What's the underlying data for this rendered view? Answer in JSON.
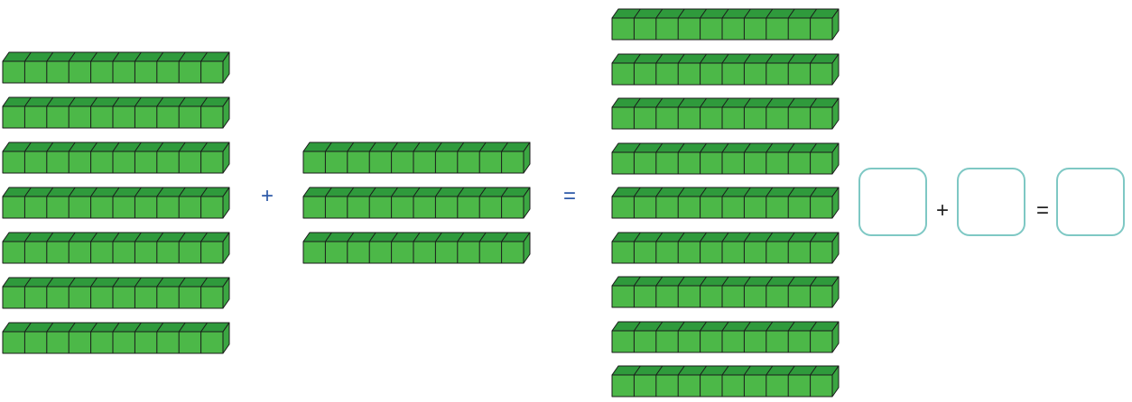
{
  "equation": {
    "left_rod_count": 7,
    "middle_rod_count": 3,
    "right_rod_count": 9,
    "cubes_per_rod": 10,
    "plus_symbol": "+",
    "equals_symbol": "=",
    "answer_row": {
      "plus_symbol": "+",
      "equals_symbol": "="
    }
  },
  "colors": {
    "cube_front": "#4cb848",
    "cube_top": "#2f9a3c",
    "cube_side": "#3ba642",
    "cube_outline": "#1a1a1a",
    "operator_blue": "#2e5aa8",
    "answer_box_border": "#7ec8c4"
  }
}
